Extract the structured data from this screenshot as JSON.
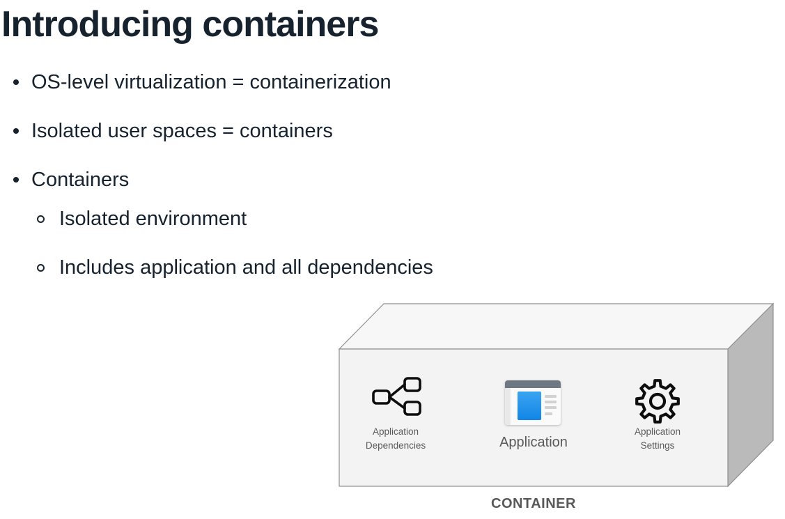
{
  "slide": {
    "title": "Introducing containers",
    "bullets": [
      {
        "level": 1,
        "text": "OS-level virtualization = containerization"
      },
      {
        "level": 1,
        "text": "Isolated user spaces = containers"
      },
      {
        "level": 1,
        "text": "Containers"
      },
      {
        "level": 2,
        "text": "Isolated environment"
      },
      {
        "level": 2,
        "text": "Includes application and all dependencies"
      }
    ]
  },
  "diagram": {
    "type": "3d-container-box",
    "container_label": "CONTAINER",
    "items": [
      {
        "icon": "dependencies-icon",
        "label_line1": "Application",
        "label_line2": "Dependencies"
      },
      {
        "icon": "application-window-icon",
        "label_line1": "Application",
        "label_line2": ""
      },
      {
        "icon": "gear-icon",
        "label_line1": "Application",
        "label_line2": "Settings"
      }
    ]
  },
  "colors": {
    "text_dark_navy": "#16222e",
    "diagram_label_gray": "#595959",
    "box_front": "#f3f3f3",
    "box_top": "#f7f7f7",
    "box_side": "#bababa",
    "box_border": "#8f8f8f",
    "app_window_header": "#6d7883",
    "app_window_blue": "#1285e5",
    "icon_outline": "#0d0d0d"
  }
}
